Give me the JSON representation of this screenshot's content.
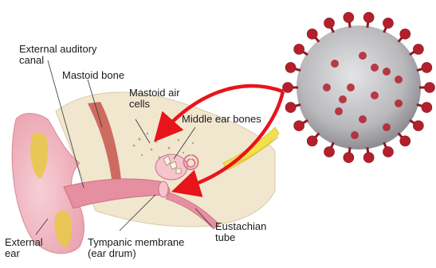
{
  "labels": {
    "external_auditory_canal_line1": "External auditory",
    "external_auditory_canal_line2": "canal",
    "mastoid_bone": "Mastoid bone",
    "mastoid_air_cells_line1": "Mastoid air",
    "mastoid_air_cells_line2": "cells",
    "middle_ear_bones": "Middle ear bones",
    "eustachian_tube_line1": "Eustachian",
    "eustachian_tube_line2": "tube",
    "external_ear_line1": "External",
    "external_ear_line2": "ear",
    "tympanic_membrane_line1": "Tympanic membrane",
    "tympanic_membrane_line2": "(ear drum)"
  },
  "colors": {
    "arrow": "#e8141b",
    "virus_body": "#c9c9cb",
    "virus_spike": "#b3202b",
    "skin": "#f2b9c2",
    "canal": "#e58fa0",
    "bone": "#f1e7cf",
    "muscle": "#c8554e",
    "fat": "#e8c84a",
    "nerve": "#f4e04a"
  }
}
